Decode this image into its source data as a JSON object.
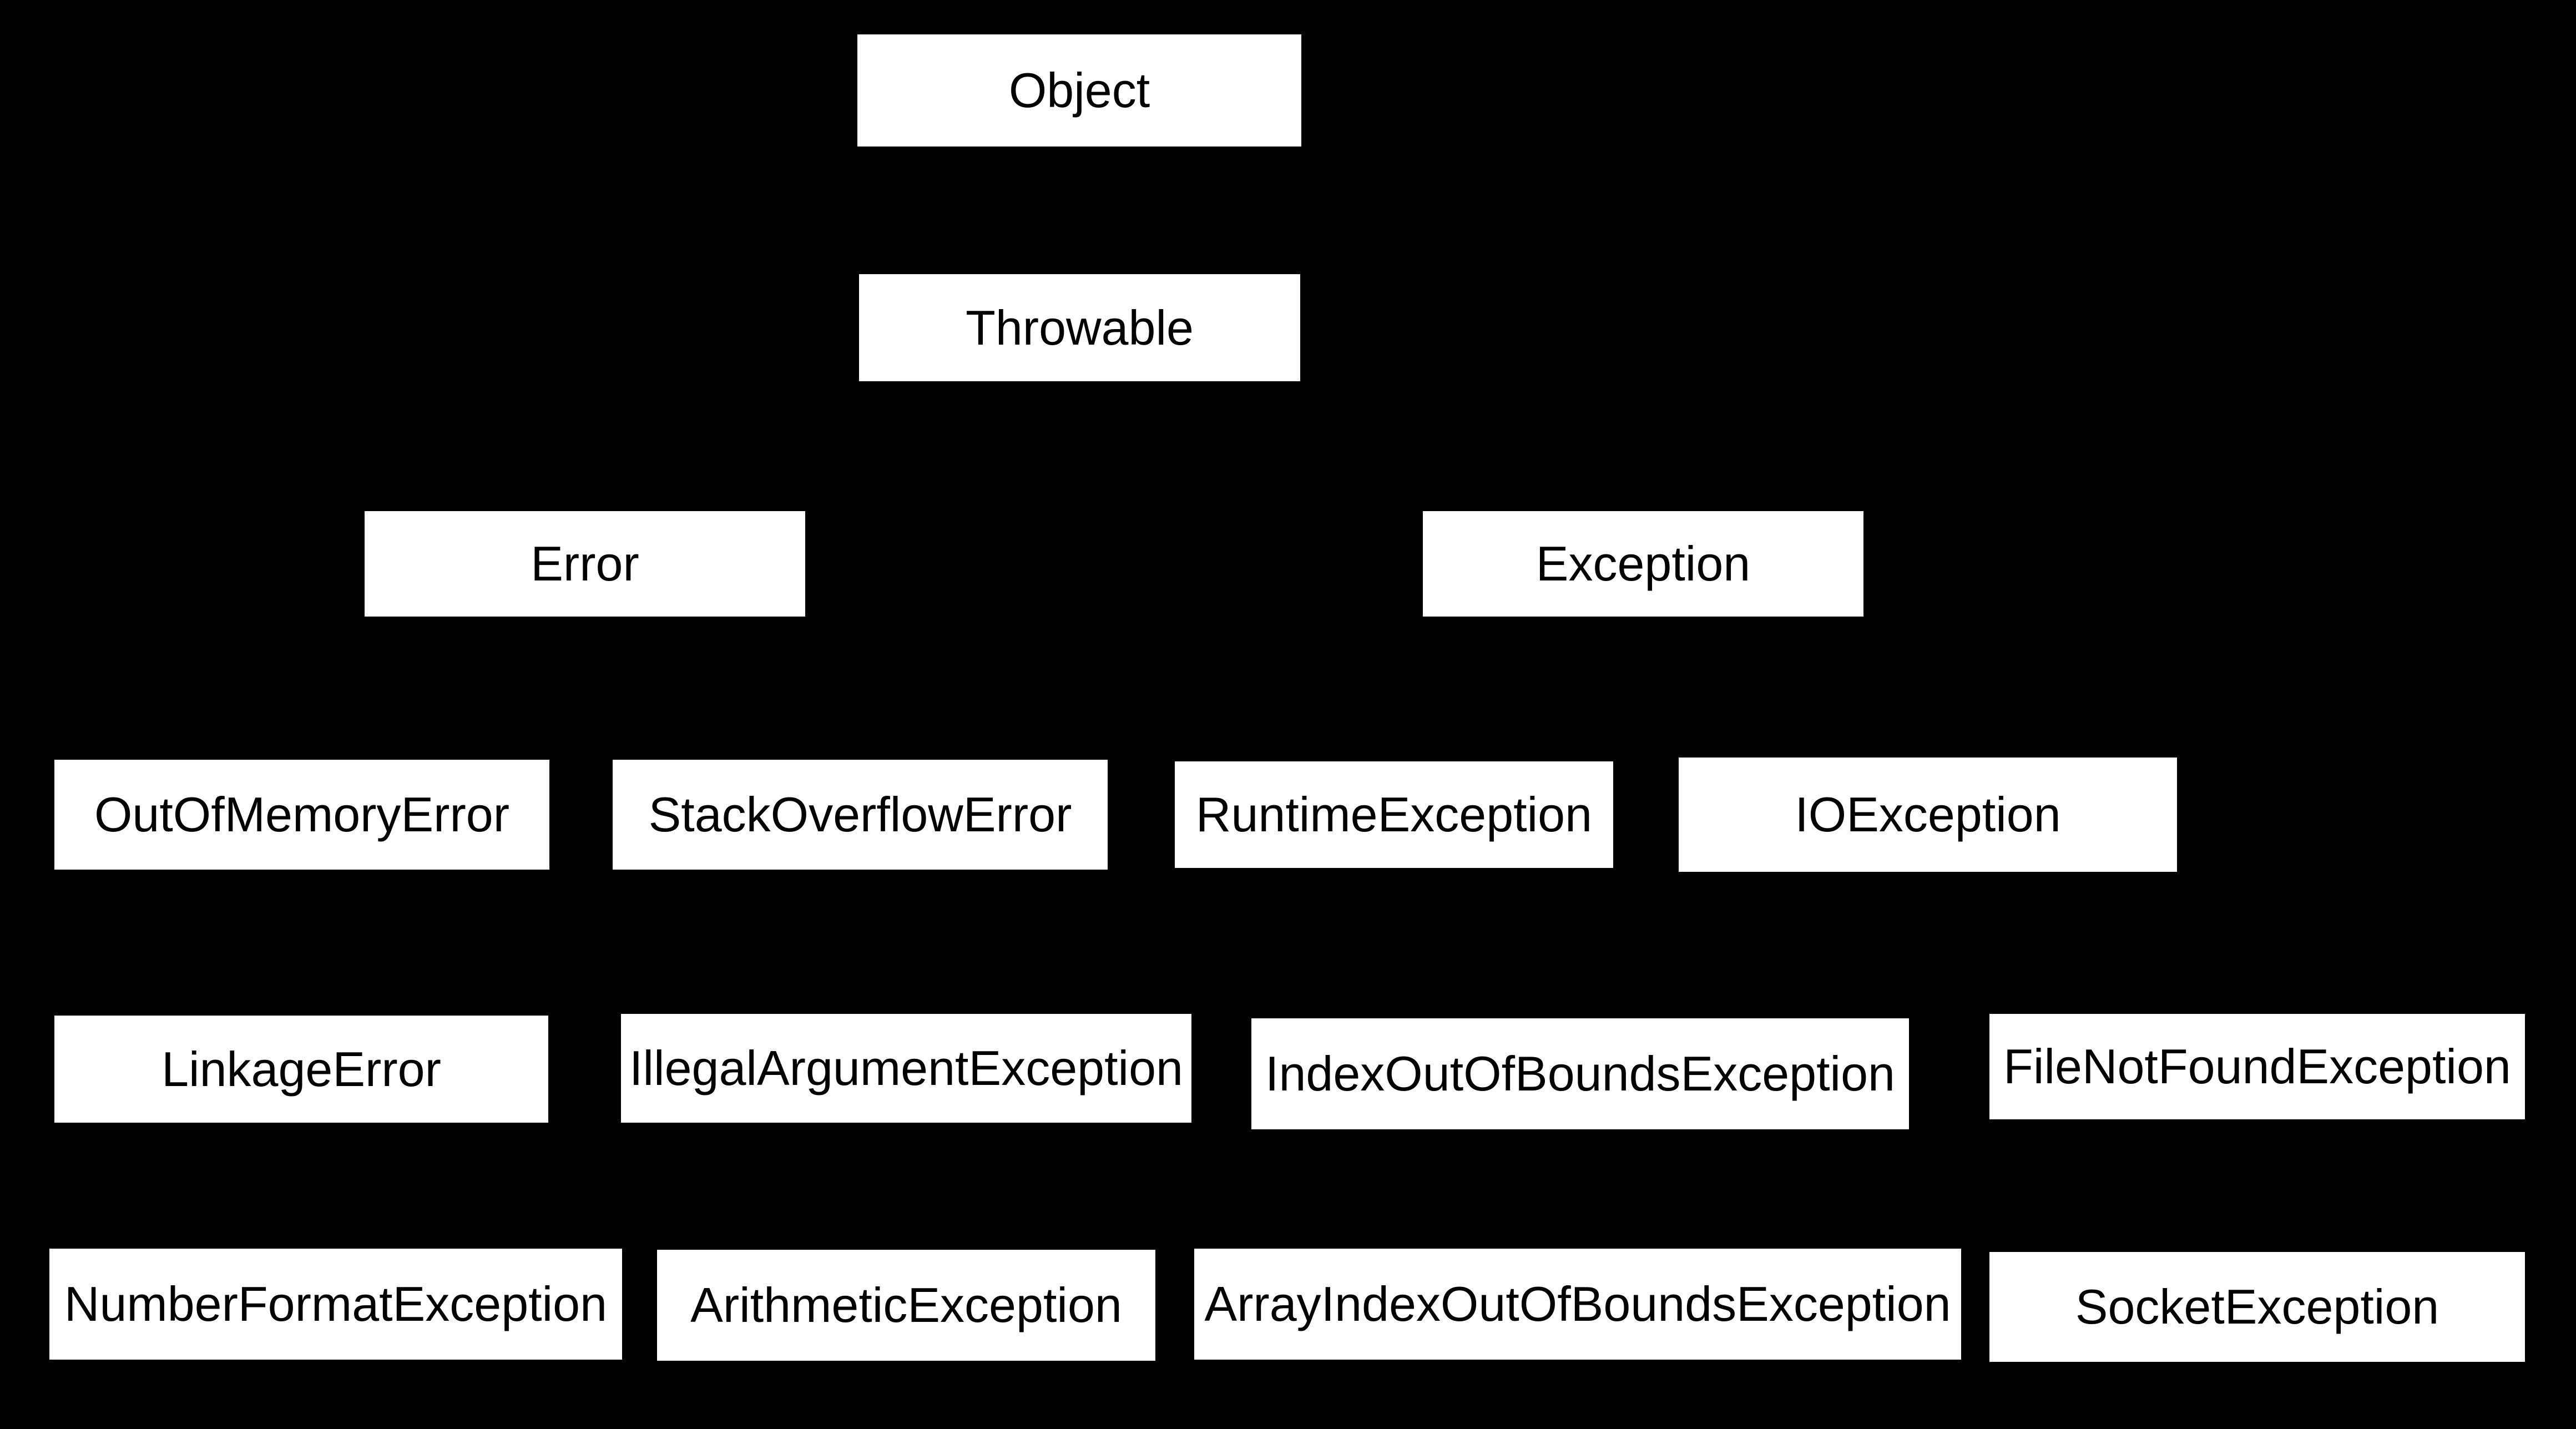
{
  "diagram": {
    "description": "Java exception class hierarchy",
    "colors": {
      "background": "#000000",
      "box_fill": "#ffffff",
      "box_text": "#000000"
    },
    "nodes": {
      "object": {
        "label": "Object"
      },
      "throwable": {
        "label": "Throwable"
      },
      "error": {
        "label": "Error"
      },
      "exception": {
        "label": "Exception"
      },
      "outofmemoryerror": {
        "label": "OutOfMemoryError"
      },
      "stackoverflowerror": {
        "label": "StackOverflowError"
      },
      "runtimeexception": {
        "label": "RuntimeException"
      },
      "ioexception": {
        "label": "IOException"
      },
      "linkageerror": {
        "label": "LinkageError"
      },
      "illegalargumentexception": {
        "label": "IllegalArgumentException"
      },
      "indexoutofboundsexception": {
        "label": "IndexOutOfBoundsException"
      },
      "filenotfoundexception": {
        "label": "FileNotFoundException"
      },
      "numberformatexception": {
        "label": "NumberFormatException"
      },
      "arithmeticexception": {
        "label": "ArithmeticException"
      },
      "arrayindexoutofboundsexception": {
        "label": "ArrayIndexOutOfBoundsException"
      },
      "socketexception": {
        "label": "SocketException"
      }
    }
  }
}
